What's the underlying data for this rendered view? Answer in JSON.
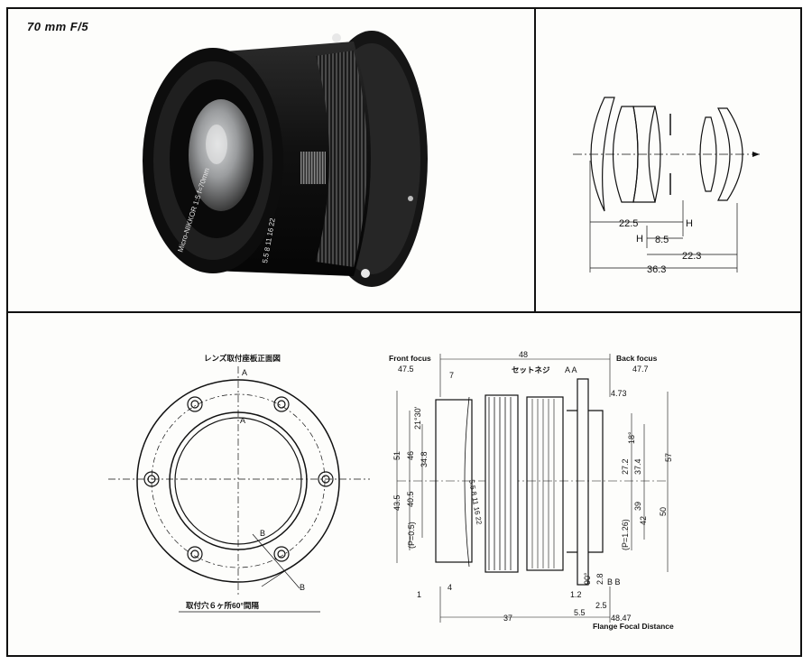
{
  "title": "70 mm F/5",
  "lens_engraving": "Micro-NIKKOR 1:5 f=70mm",
  "aperture_engraving": "5.5 8 11 16 22",
  "optical": {
    "dims": [
      "22.5",
      "H",
      "H",
      "8.5",
      "22.3",
      "36.3"
    ]
  },
  "mount_view": {
    "caption_top": "レンズ取付座板正面図",
    "label_A": "A",
    "label_B": "B",
    "caption_bottom": "取付穴６ヶ所60°間隔"
  },
  "side_view": {
    "front_focus_label": "Front focus",
    "front_focus_value": "47.5",
    "overall": "48",
    "back_focus_label": "Back focus",
    "back_focus_value": "47.7",
    "set_screw": "セットネジ",
    "section_AA": "A A",
    "d_7": "7",
    "d_4_73": "4.73",
    "angle_21_30": "21°30'",
    "angle_18": "18°",
    "d_51": "51",
    "d_46": "46",
    "d_34_8": "34.8",
    "d_43_5": "43.5",
    "d_40_5": "40.5",
    "p_05": "(P=0.5)",
    "d_27_2": "27.2",
    "d_37_4": "37.4",
    "d_57": "57",
    "p_126": "(P=1.26)",
    "d_39": "39",
    "d_42": "42",
    "d_50": "50",
    "d_1": "1",
    "d_4": "4",
    "d_90": "90°",
    "d_1_2": "1.2",
    "d_2_8": "2.8",
    "section_BB": "B B",
    "d_2_5": "2.5",
    "d_37": "37",
    "d_5_5": "5.5",
    "flange_value": "48.47",
    "flange_label": "Flange Focal Distance"
  }
}
